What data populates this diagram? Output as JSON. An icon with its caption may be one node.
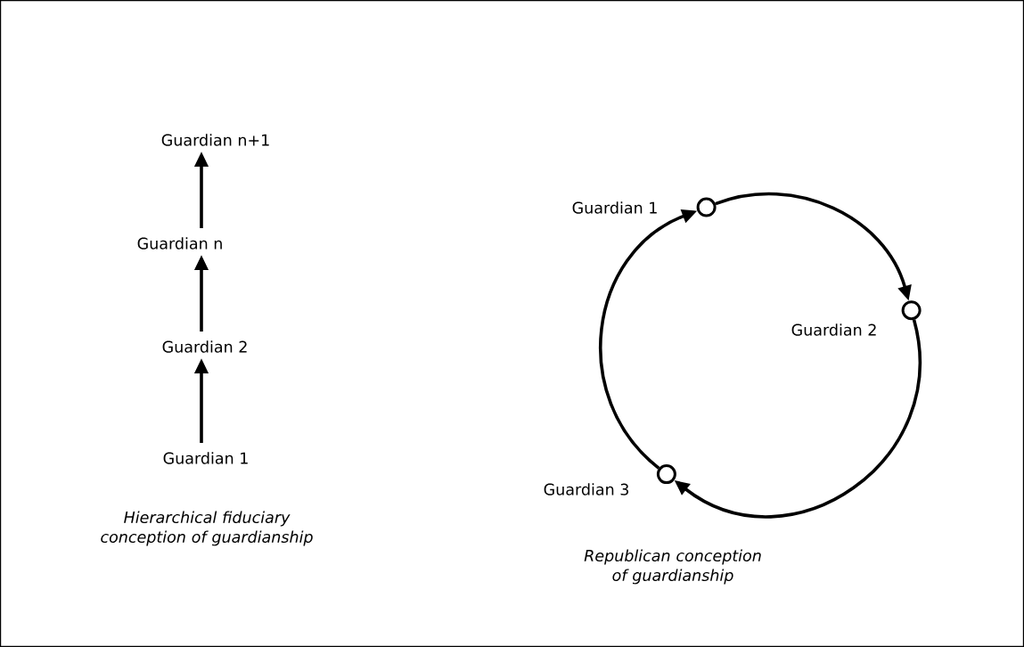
{
  "diagram": {
    "nodes": [
      {
        "text": [
          "Guardian n+1"
        ]
      },
      {
        "text": [
          "Guardian n"
        ]
      },
      {
        "text": [
          "Guardian 2"
        ]
      },
      {
        "text": [
          "Guardian 1"
        ]
      },
      {
        "text": [],
        "shape": "circle",
        "beside": [
          "Guardian 1"
        ]
      },
      {
        "text": [],
        "shape": "circle",
        "beside": [
          "Guardian 2"
        ]
      },
      {
        "text": [],
        "shape": "circle",
        "beside": [
          "Guardian 3"
        ]
      }
    ],
    "edges": [
      {
        "from": 3,
        "to": 2,
        "arrow": "to"
      },
      {
        "from": 2,
        "to": 1,
        "arrow": "to"
      },
      {
        "from": 1,
        "to": 0,
        "arrow": "to"
      },
      {
        "from": 6,
        "to": 4,
        "arrow": "to"
      },
      {
        "from": 4,
        "to": 5,
        "arrow": "to"
      },
      {
        "from": 5,
        "to": 6,
        "arrow": "to"
      }
    ],
    "labels": [
      "Hierarchical fiduciary conception of guardianship",
      "Republican conception of guardianship"
    ]
  }
}
